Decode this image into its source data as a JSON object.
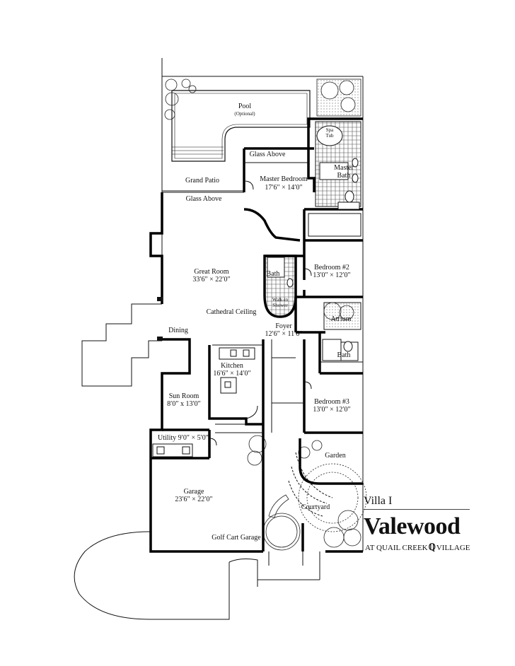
{
  "rooms": {
    "pool": "Pool",
    "pool_note": "(Optional)",
    "spa": "Spa",
    "spa2": "Tub",
    "glass_above_1": "Glass Above",
    "master_bedroom": "Master Bedroom",
    "master_bedroom_dim": "17′6″ × 14′0″",
    "master_bath_1": "Master",
    "master_bath_2": "Bath",
    "grand_patio": "Grand Patio",
    "glass_above_2": "Glass Above",
    "bedroom2": "Bedroom #2",
    "bedroom2_dim": "13′0″ × 12′0″",
    "great_room": "Great Room",
    "great_room_dim": "33′6″ × 22′0″",
    "bath1": "Bath",
    "walkin_1": "Walk-in",
    "walkin_2": "Shower",
    "cathedral": "Cathedral Ceiling",
    "atrium": "Atrium",
    "foyer": "Foyer",
    "foyer_dim": "12′6″ × 11′6″",
    "dining": "Dining",
    "bath2": "Bath",
    "kitchen": "Kitchen",
    "kitchen_dim": "16′6″ × 14′0″",
    "sun_room": "Sun Room",
    "sun_room_dim": "8′0″ x 13′0″",
    "bedroom3": "Bedroom #3",
    "bedroom3_dim": "13′0″ × 12′0″",
    "utility": "Utility 9′0″ × 5′0″",
    "garden": "Garden",
    "garage": "Garage",
    "garage_dim": "23′6″ × 22′0″",
    "courtyard": "Courtyard",
    "golf_cart": "Golf Cart Garage"
  },
  "branding": {
    "model": "Villa I",
    "brand": "Valewood",
    "tagline": "AT QUAIL CREEK",
    "tagline2": "VILLAGE"
  }
}
